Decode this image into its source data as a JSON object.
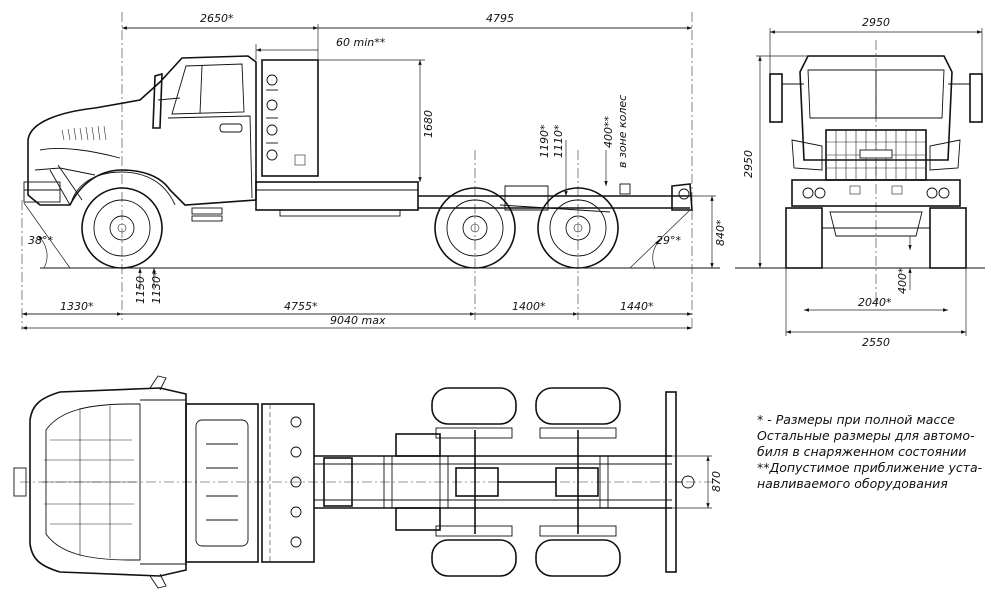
{
  "dimensions": {
    "cab_length": "2650*",
    "frame_to_rear": "4795",
    "min_gap": "60 min**",
    "height_1680": "1680",
    "height_1190": "1190*",
    "height_1110": "1110*",
    "height_400_wheels": "400**",
    "wheel_zone": "в зоне колес",
    "approach_angle": "38°*",
    "departure_angle": "29°*",
    "frame_height_840": "840*",
    "front_clearance_1150": "1150",
    "front_clearance_1130": "1130*",
    "front_overhang": "1330*",
    "wheelbase": "4755*",
    "bogie": "1400*",
    "rear_overhang": "1440*",
    "total_length": "9040 max",
    "total_width": "2950",
    "total_height": "2950",
    "ground_clearance": "400*",
    "track": "2040*",
    "overall_width": "2550",
    "frame_width": "870"
  },
  "notes": [
    "* - Размеры при полной массе",
    "Остальные размеры для автомо-",
    "биля в снаряженном состоянии",
    "**Допустимое приближение уста-",
    "навливаемого оборудования"
  ]
}
